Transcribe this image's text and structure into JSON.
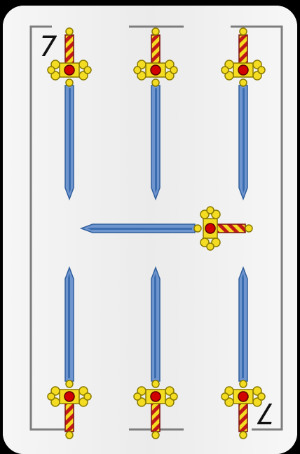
{
  "card": {
    "rank": "7",
    "rank_rotated": "7",
    "suit": "espadas",
    "colors": {
      "background": "#f1f1f1",
      "frame": "#7d7d7d",
      "blade": "#6f95cf",
      "blade_dark": "#2f5e9c",
      "hilt": "#f3dc22",
      "hilt_outline": "#8a7a00",
      "grip_red": "#c01818",
      "grip_gold": "#f3dc22",
      "jewel": "#d00000"
    }
  }
}
